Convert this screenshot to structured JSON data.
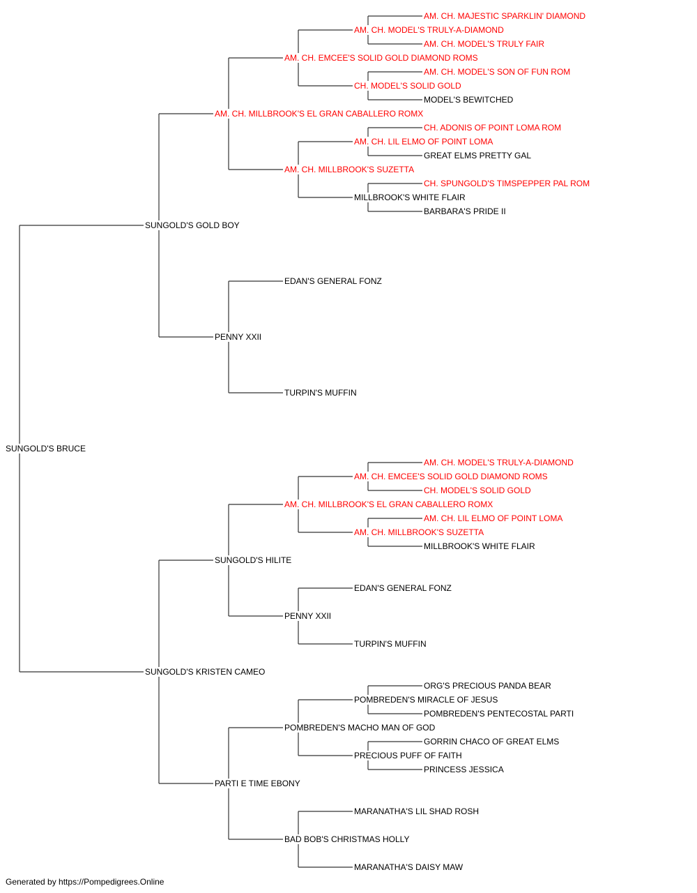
{
  "colors": {
    "champion": "#ff0000",
    "normal": "#000000",
    "line": "#333333"
  },
  "root": {
    "name": "SUNGOLD'S BRUCE",
    "champ": false,
    "sire": {
      "name": "SUNGOLD'S GOLD BOY",
      "champ": false,
      "sire": {
        "name": "AM. CH. MILLBROOK'S EL GRAN CABALLERO ROMX",
        "champ": true,
        "sire": {
          "name": "AM. CH. EMCEE'S SOLID GOLD DIAMOND ROMS",
          "champ": true,
          "sire": {
            "name": "AM. CH. MODEL'S TRULY-A-DIAMOND",
            "champ": true,
            "sire": {
              "name": "AM. CH. MAJESTIC SPARKLIN' DIAMOND",
              "champ": true
            },
            "dam": {
              "name": "AM. CH. MODEL'S TRULY FAIR",
              "champ": true
            }
          },
          "dam": {
            "name": "CH. MODEL'S SOLID GOLD",
            "champ": true,
            "sire": {
              "name": "AM. CH. MODEL'S SON OF FUN ROM",
              "champ": true
            },
            "dam": {
              "name": "MODEL'S BEWITCHED",
              "champ": false
            }
          }
        },
        "dam": {
          "name": "AM. CH. MILLBROOK'S SUZETTA",
          "champ": true,
          "sire": {
            "name": "AM. CH. LIL ELMO OF POINT LOMA",
            "champ": true,
            "sire": {
              "name": "CH. ADONIS OF POINT LOMA ROM",
              "champ": true
            },
            "dam": {
              "name": "GREAT ELMS PRETTY GAL",
              "champ": false
            }
          },
          "dam": {
            "name": "MILLBROOK'S WHITE FLAIR",
            "champ": false,
            "sire": {
              "name": "CH. SPUNGOLD'S TIMSPEPPER PAL ROM",
              "champ": true
            },
            "dam": {
              "name": "BARBARA'S PRIDE II",
              "champ": false
            }
          }
        }
      },
      "dam": {
        "name": "PENNY XXII",
        "champ": false,
        "sire": {
          "name": "EDAN'S GENERAL FONZ",
          "champ": false
        },
        "dam": {
          "name": "TURPIN'S MUFFIN",
          "champ": false
        }
      }
    },
    "dam": {
      "name": "SUNGOLD'S KRISTEN CAMEO",
      "champ": false,
      "sire": {
        "name": "SUNGOLD'S HILITE",
        "champ": false,
        "sire": {
          "name": "AM. CH. MILLBROOK'S EL GRAN CABALLERO ROMX",
          "champ": true,
          "sire": {
            "name": "AM. CH. EMCEE'S SOLID GOLD DIAMOND ROMS",
            "champ": true,
            "sire": {
              "name": "AM. CH. MODEL'S TRULY-A-DIAMOND",
              "champ": true
            },
            "dam": {
              "name": "CH. MODEL'S SOLID GOLD",
              "champ": true
            }
          },
          "dam": {
            "name": "AM. CH. MILLBROOK'S SUZETTA",
            "champ": true,
            "sire": {
              "name": "AM. CH. LIL ELMO OF POINT LOMA",
              "champ": true
            },
            "dam": {
              "name": "MILLBROOK'S WHITE FLAIR",
              "champ": false
            }
          }
        },
        "dam": {
          "name": "PENNY XXII",
          "champ": false,
          "sire": {
            "name": "EDAN'S GENERAL FONZ",
            "champ": false
          },
          "dam": {
            "name": "TURPIN'S MUFFIN",
            "champ": false
          }
        }
      },
      "dam": {
        "name": "PARTI E TIME EBONY",
        "champ": false,
        "sire": {
          "name": "POMBREDEN'S MACHO MAN OF GOD",
          "champ": false,
          "sire": {
            "name": "POMBREDEN'S MIRACLE OF JESUS",
            "champ": false,
            "sire": {
              "name": "ORG'S PRECIOUS PANDA BEAR",
              "champ": false
            },
            "dam": {
              "name": "POMBREDEN'S PENTECOSTAL PARTI",
              "champ": false
            }
          },
          "dam": {
            "name": "PRECIOUS PUFF OF FAITH",
            "champ": false,
            "sire": {
              "name": "GORRIN CHACO OF GREAT ELMS",
              "champ": false
            },
            "dam": {
              "name": "PRINCESS JESSICA",
              "champ": false
            }
          }
        },
        "dam": {
          "name": "BAD BOB'S CHRISTMAS HOLLY",
          "champ": false,
          "sire": {
            "name": "MARANATHA'S LIL SHAD ROSH",
            "champ": false
          },
          "dam": {
            "name": "MARANATHA'S DAISY MAW",
            "champ": false
          }
        }
      }
    }
  },
  "footer": "Generated by https://Pompedigrees.Online"
}
